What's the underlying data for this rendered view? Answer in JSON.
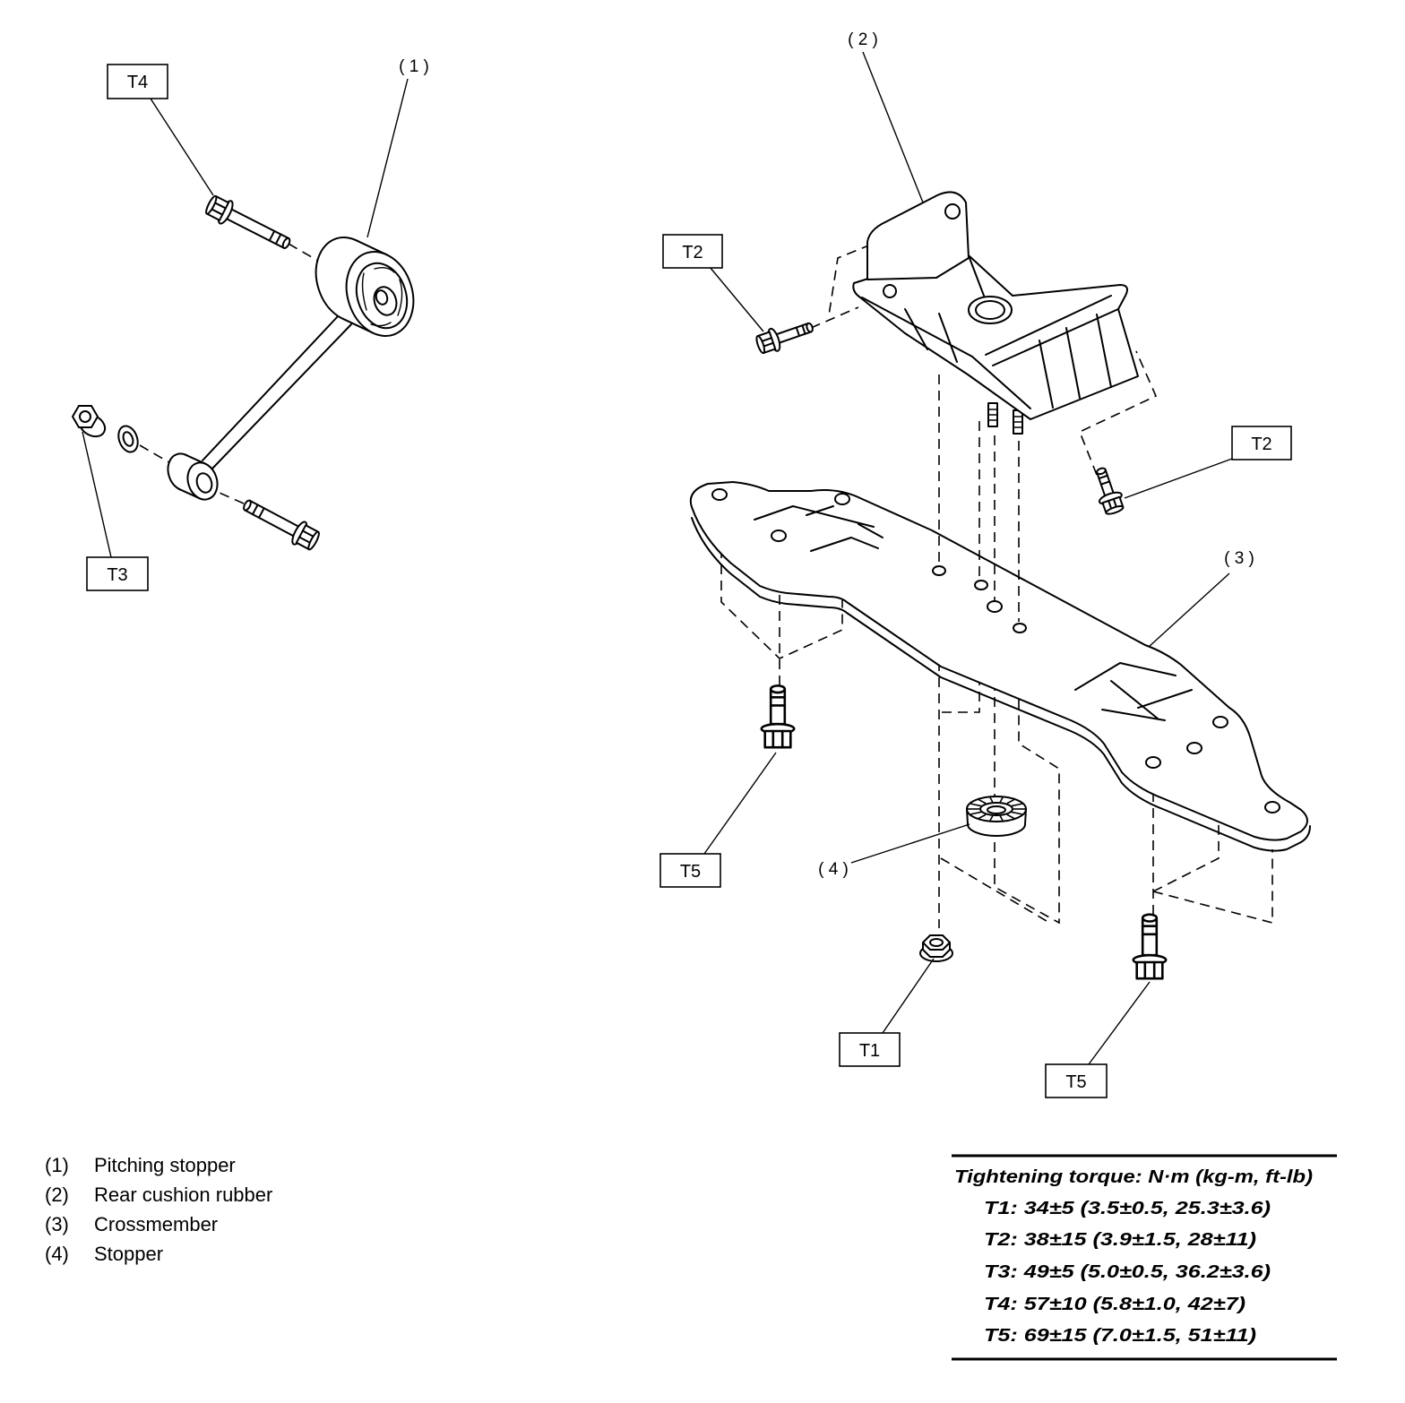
{
  "colors": {
    "line": "#000000",
    "background": "#ffffff"
  },
  "callouts": {
    "c1": "( 1 )",
    "c2": "( 2 )",
    "c3": "( 3 )",
    "c4": "( 4 )"
  },
  "torque_tags": {
    "t4": "T4",
    "t3": "T3",
    "t2_left": "T2",
    "t2_right": "T2",
    "t5_left": "T5",
    "t1": "T1",
    "t5_right": "T5"
  },
  "legend": [
    {
      "num": "(1)",
      "name": "Pitching stopper"
    },
    {
      "num": "(2)",
      "name": "Rear cushion rubber"
    },
    {
      "num": "(3)",
      "name": "Crossmember"
    },
    {
      "num": "(4)",
      "name": "Stopper"
    }
  ],
  "torque_table": {
    "heading": "Tightening torque: N·m (kg-m, ft-lb)",
    "rows": [
      "T1: 34±5 (3.5±0.5, 25.3±3.6)",
      "T2: 38±15 (3.9±1.5, 28±11)",
      "T3: 49±5 (5.0±0.5, 36.2±3.6)",
      "T4: 57±10 (5.8±1.0, 42±7)",
      "T5: 69±15 (7.0±1.5, 51±11)"
    ]
  }
}
